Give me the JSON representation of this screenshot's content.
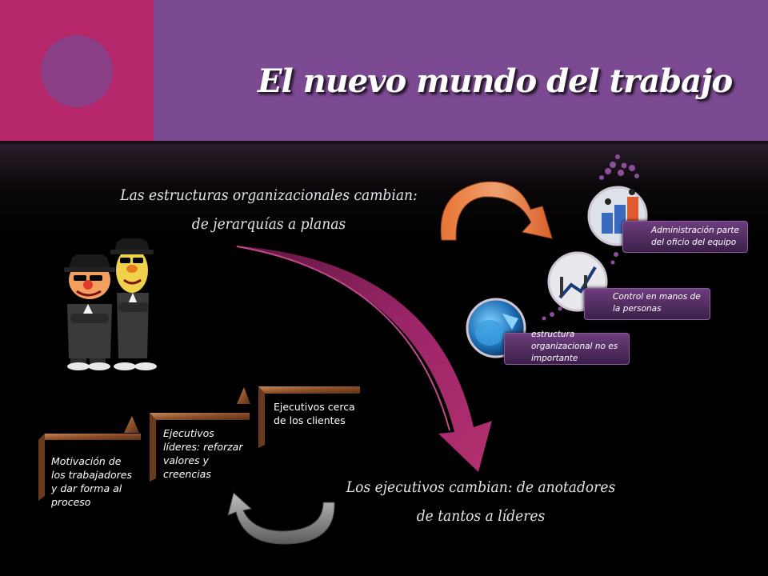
{
  "slide": {
    "title": "El nuevo mundo del trabajo",
    "structures_text": "Las estructuras organizacionales cambian: de jerarquías a planas",
    "executives_text": "Los ejecutivos cambian: de anotadores de tantos a líderes"
  },
  "steps": [
    {
      "label": "Motivación de los trabajadores y dar forma al proceso"
    },
    {
      "label": "Ejecutivos líderes: reforzar valores y creencias"
    },
    {
      "label": "Ejecutivos cerca de los clientes"
    }
  ],
  "circles": [
    {
      "label": "Administración parte del oficio del equipo"
    },
    {
      "label": "Control en manos de la personas"
    },
    {
      "label": "estructura organizacional no es importante"
    }
  ],
  "colors": {
    "magenta": "#b5276a",
    "purple": "#7b4a92",
    "arrow_magenta": "#8e1f5e",
    "arrow_orange": "#e07a3a",
    "step_bronze": "#9a5e36",
    "arrow_gray": "#8f8f8f"
  }
}
